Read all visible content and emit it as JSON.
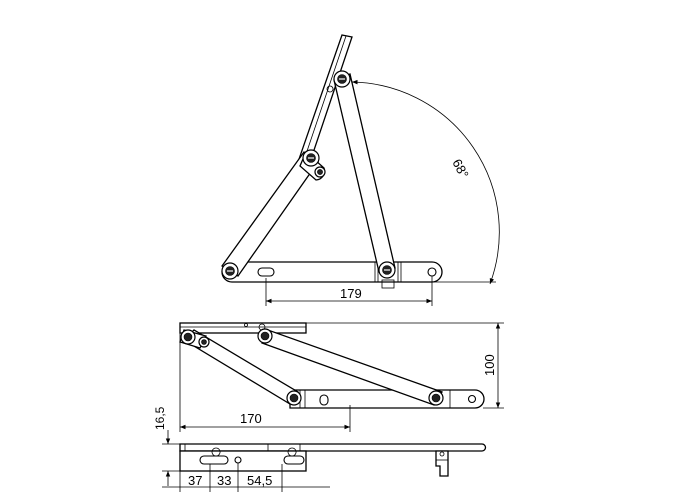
{
  "dimensions": {
    "top_slot_to_hole": "179",
    "opening_angle": "68°",
    "side_height": "100",
    "side_offset": "16,5",
    "side_length": "170",
    "hole_spacing_1": "37",
    "hole_spacing_2": "33",
    "hole_spacing_3": "54,5"
  }
}
